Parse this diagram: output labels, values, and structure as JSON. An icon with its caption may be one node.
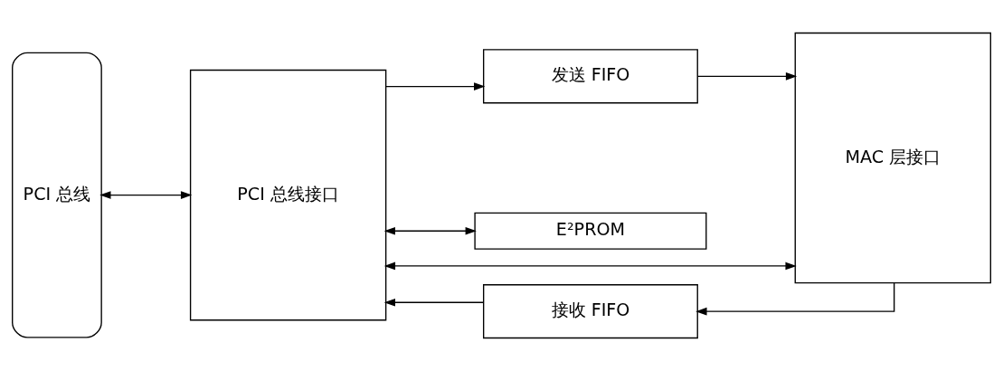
{
  "diagram": {
    "nodes": [
      {
        "text": [
          "PCI 总线"
        ]
      },
      {
        "text": [
          "PCI 总线接口"
        ]
      },
      {
        "text": [
          "发送 FIFO"
        ]
      },
      {
        "text": [
          "接收 FIFO"
        ]
      },
      {
        "text": [
          "MAC 层接口"
        ]
      },
      {
        "text": [
          "E²PROM"
        ]
      }
    ],
    "edges": [
      {
        "from": 0,
        "to": 1,
        "arrow": "both"
      },
      {
        "from": 1,
        "to": 2,
        "arrow": "to"
      },
      {
        "from": 2,
        "to": 4,
        "arrow": "to"
      },
      {
        "from": 1,
        "to": 4,
        "arrow": "both"
      },
      {
        "from": 4,
        "to": 3,
        "arrow": "to"
      },
      {
        "from": 3,
        "to": 1,
        "arrow": "to"
      },
      {
        "from": 1,
        "to": 5,
        "arrow": "both"
      }
    ]
  }
}
